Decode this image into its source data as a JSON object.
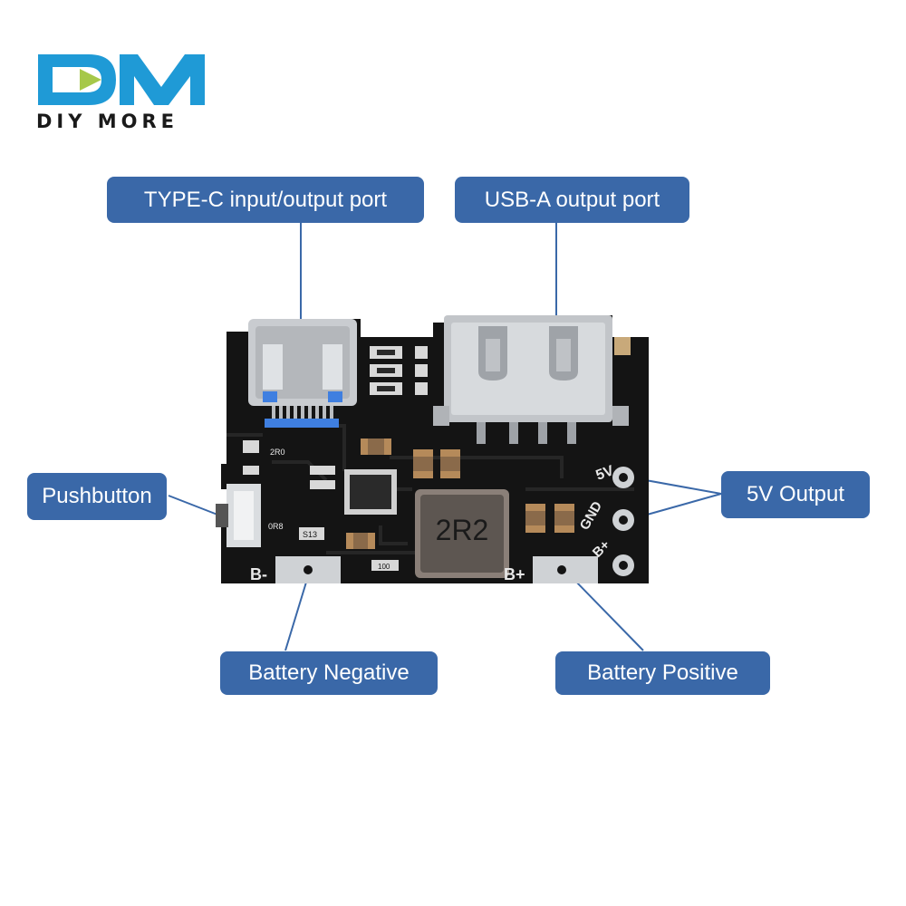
{
  "brand": {
    "wordmark": "DIY MORE",
    "mark_letters": "DM"
  },
  "colors": {
    "label_bg": "#3a68a8",
    "label_text": "#ffffff",
    "logo_blue": "#1f9ad6",
    "logo_green": "#a6c84a",
    "board": "#141414"
  },
  "labels": {
    "type_c": "TYPE-C input/output port",
    "usb_a": "USB-A output port",
    "pushbutton": "Pushbutton",
    "output_5v": "5V Output",
    "battery_negative": "Battery Negative",
    "battery_positive": "Battery Positive"
  },
  "silkscreen": {
    "b_minus": "B-",
    "b_plus": "B+",
    "pin_5v": "5V",
    "pin_gnd": "GND",
    "pin_bplus": "B+",
    "inductor": "2R2",
    "r1": "2R0",
    "r2": "0R8",
    "r3": "S13",
    "r4": "100"
  }
}
